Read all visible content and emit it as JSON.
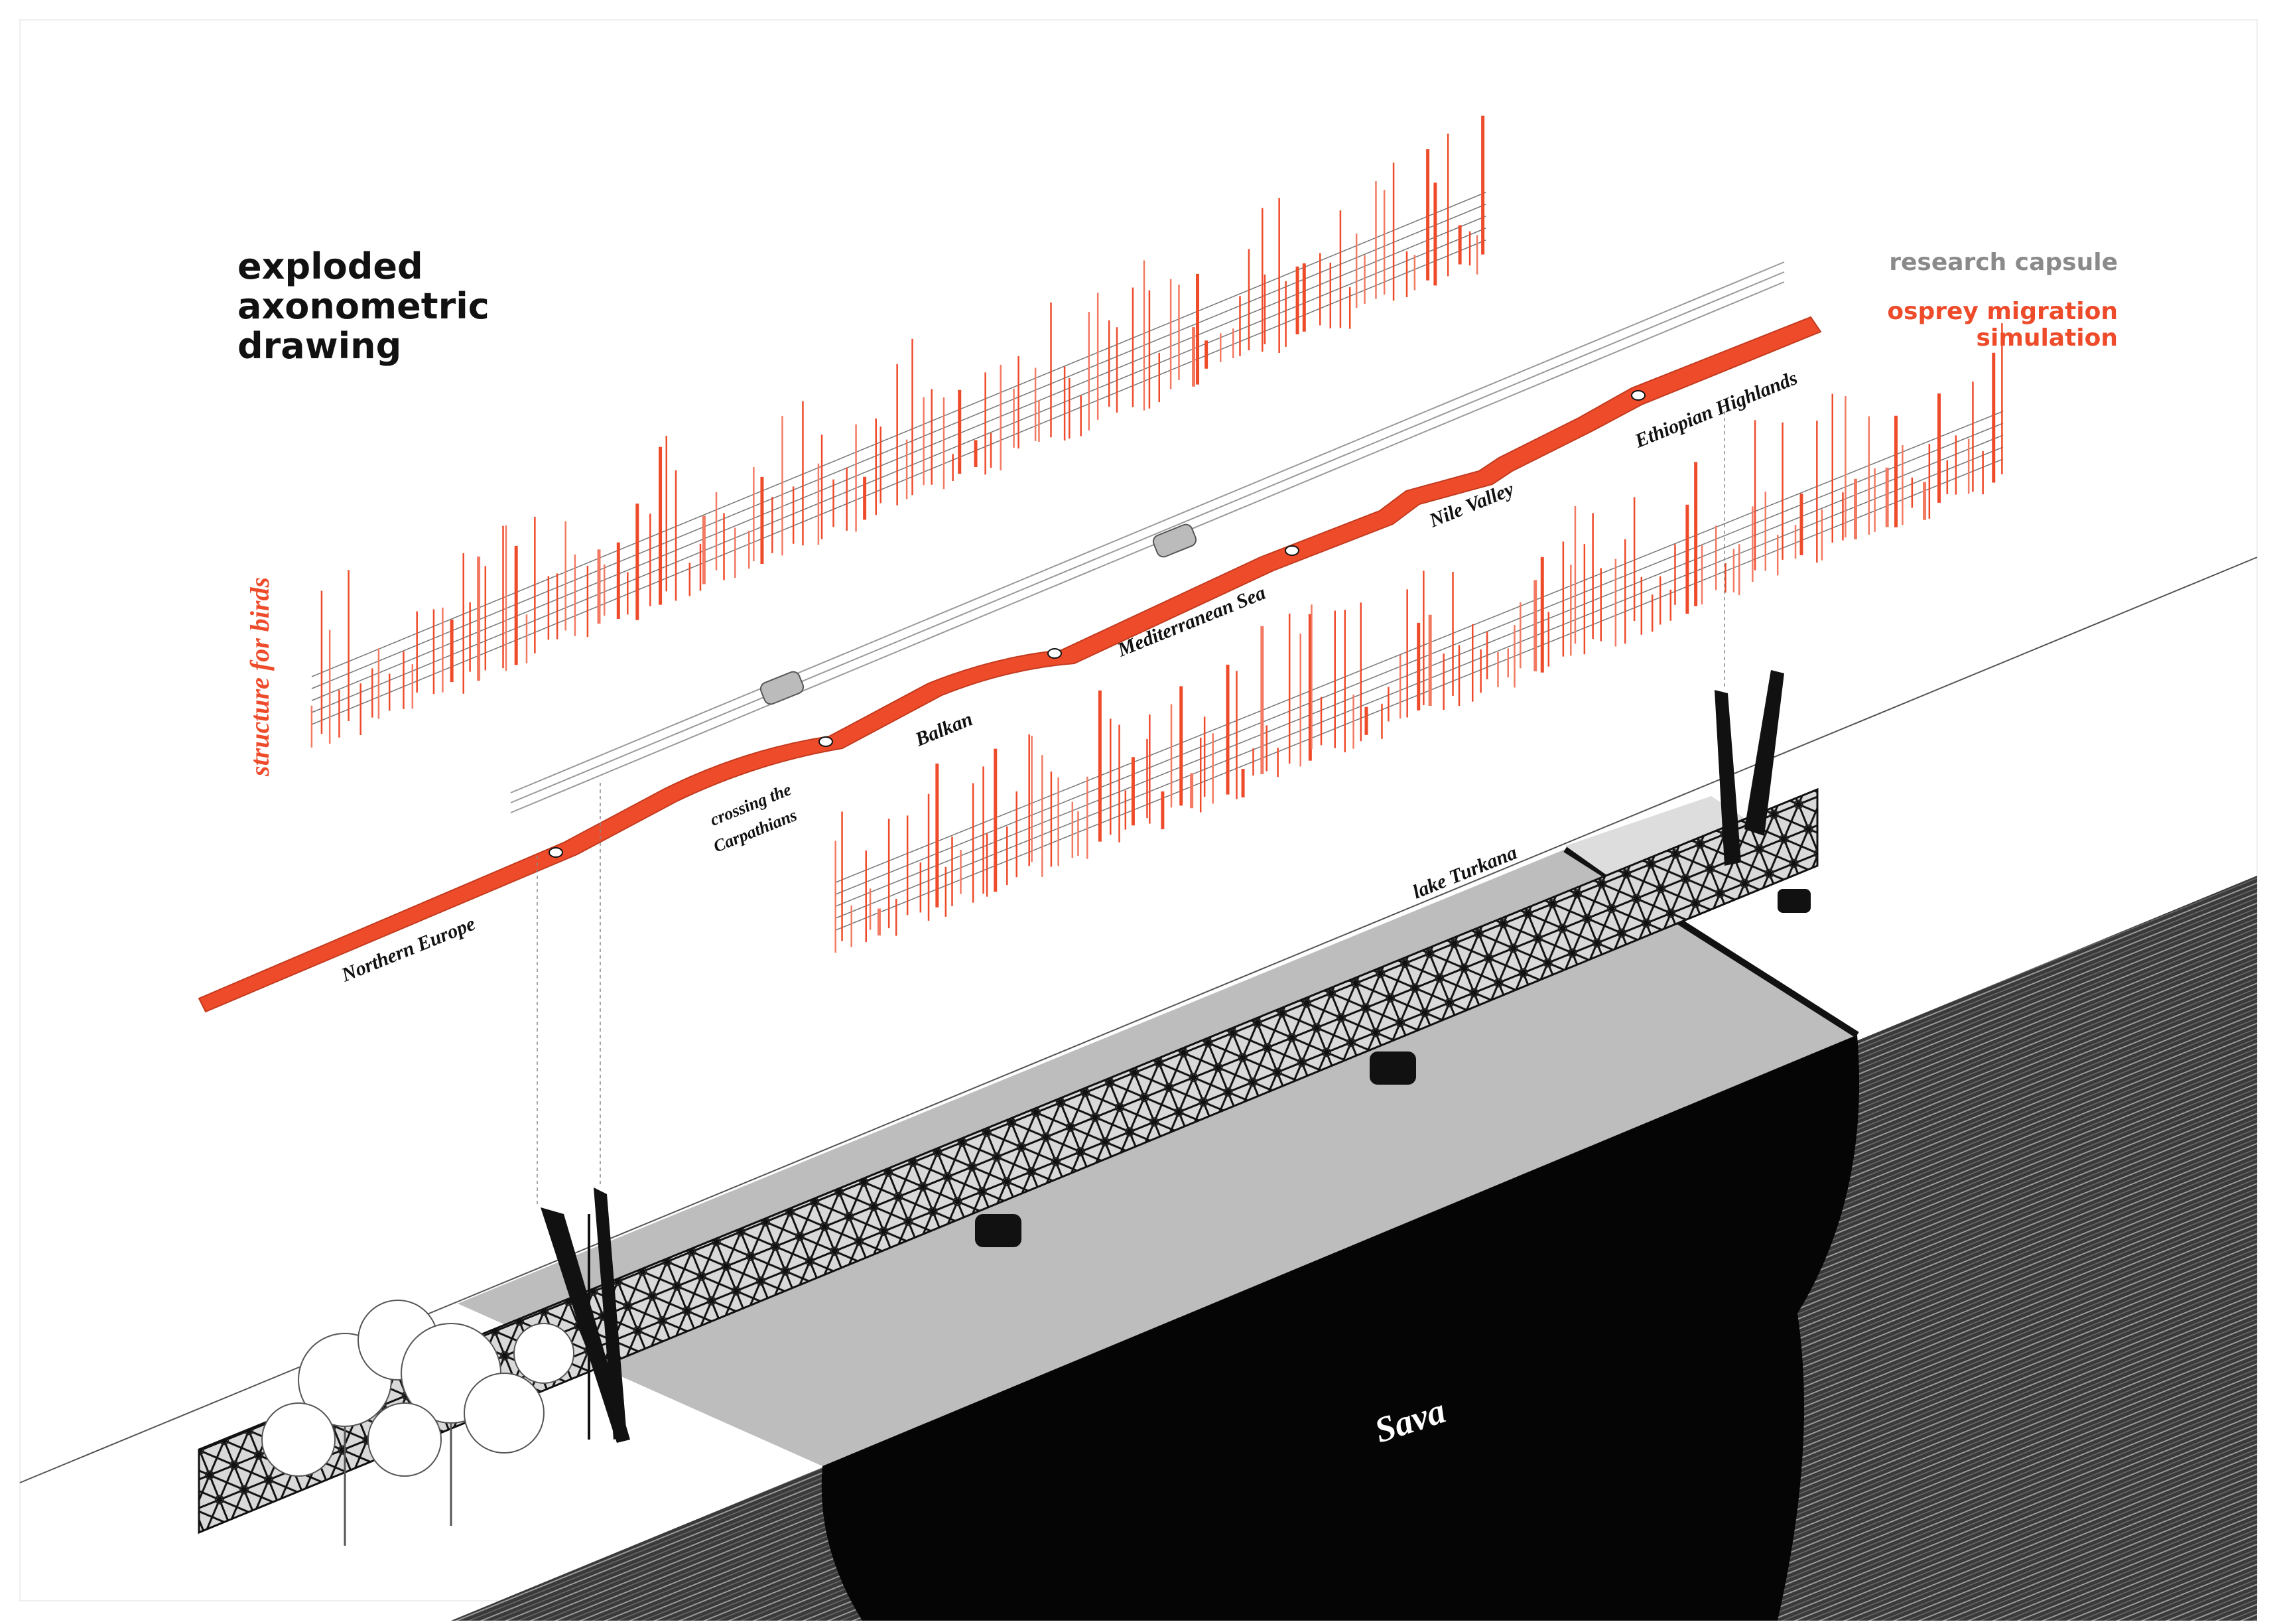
{
  "title_lines": [
    "exploded",
    "axonometric",
    "drawing"
  ],
  "legend": {
    "capsule": "research capsule",
    "osprey_line1": "osprey migration",
    "osprey_line2": "simulation",
    "structure": "structure for birds"
  },
  "route_labels": {
    "northern_europe": "Northern Europe",
    "crossing_1": "crossing the",
    "crossing_2": "Carpathians",
    "balkan": "Balkan",
    "mediterranean": "Mediterranean Sea",
    "nile": "Nile Valley",
    "ethiopian": "Ethiopian Highlands",
    "turkana": "lake Turkana"
  },
  "river_label": "Sava",
  "colors": {
    "accent": "#ee4b2b",
    "accent_light": "#f27a63",
    "capsule_grey": "#8a8a8a",
    "deck_grey": "#bdbdbd",
    "ink": "#111111"
  }
}
